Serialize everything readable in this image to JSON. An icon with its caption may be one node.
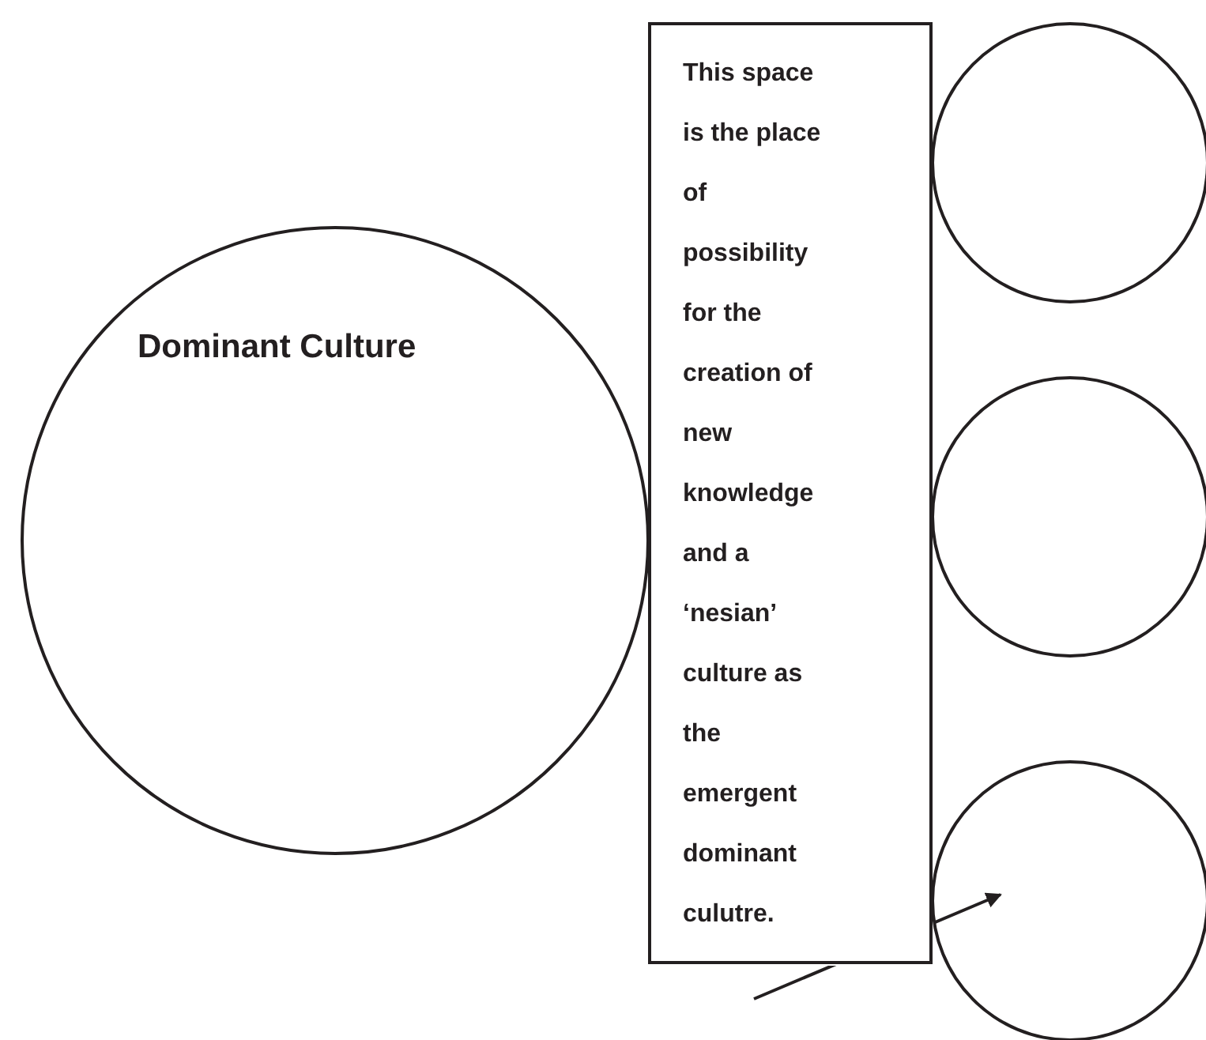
{
  "diagram": {
    "nodes": [
      {
        "text": [
          "Dominant Culture"
        ]
      },
      {
        "text": [
          "This space is the place of possibility for the creation of new knowledge and a ‘nesian’ culture as the emergent dominant culutre."
        ]
      },
      {
        "text": [],
        "shape": "circle"
      },
      {
        "text": [],
        "shape": "circle"
      },
      {
        "text": [],
        "shape": "circle"
      }
    ],
    "edges": [
      {
        "from": null,
        "to": 4,
        "arrow": "to"
      }
    ]
  }
}
